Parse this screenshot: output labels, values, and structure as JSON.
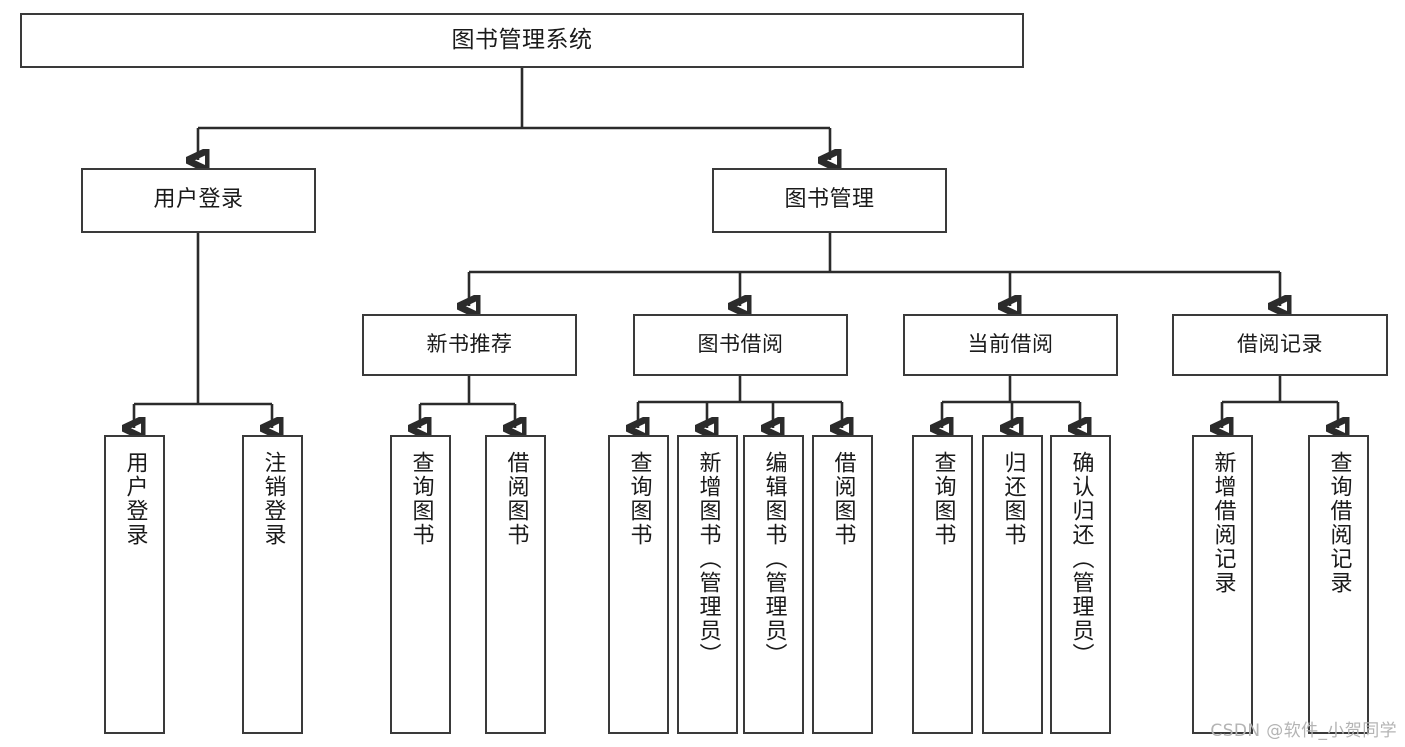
{
  "diagram": {
    "type": "tree",
    "title": "图书管理系统",
    "root": {
      "label": "图书管理系统"
    },
    "level1": [
      {
        "label": "用户登录"
      },
      {
        "label": "图书管理"
      }
    ],
    "level2": [
      {
        "label": "新书推荐"
      },
      {
        "label": "图书借阅"
      },
      {
        "label": "当前借阅"
      },
      {
        "label": "借阅记录"
      }
    ],
    "leaves": {
      "user_login": [
        {
          "label": "用户登录"
        },
        {
          "label": "注销登录"
        }
      ],
      "new_book_recommend": [
        {
          "label": "查询图书"
        },
        {
          "label": "借阅图书"
        }
      ],
      "book_borrow": [
        {
          "label": "查询图书"
        },
        {
          "label": "新增图书（管理员）"
        },
        {
          "label": "编辑图书（管理员）"
        },
        {
          "label": "借阅图书"
        }
      ],
      "current_borrow": [
        {
          "label": "查询图书"
        },
        {
          "label": "归还图书"
        },
        {
          "label": "确认归还（管理员）"
        }
      ],
      "borrow_record": [
        {
          "label": "新增借阅记录"
        },
        {
          "label": "查询借阅记录"
        }
      ]
    }
  },
  "watermark": {
    "text": "CSDN @软件_小贺同学"
  },
  "colors": {
    "stroke": "#3a3a3a",
    "background": "#ffffff",
    "text": "#1a1a1a",
    "watermark": "#b4b4b4"
  }
}
